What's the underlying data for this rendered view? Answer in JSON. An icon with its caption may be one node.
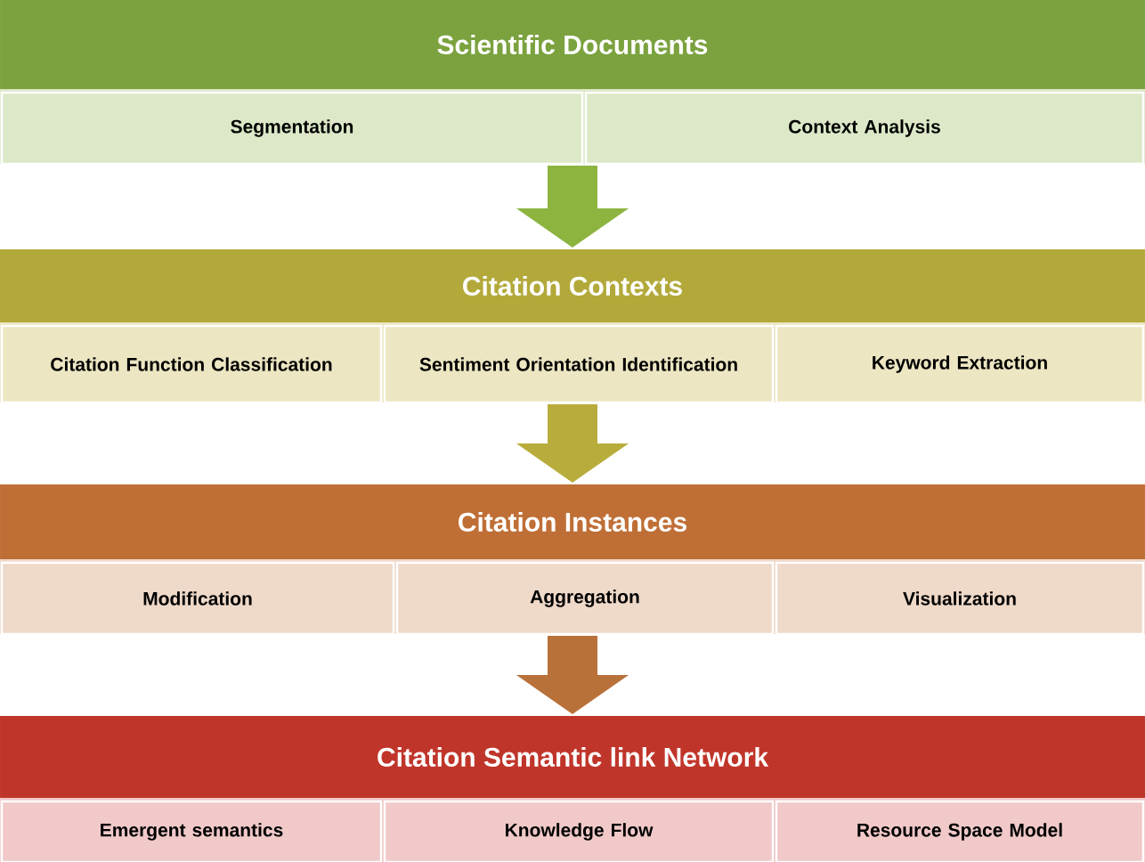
{
  "diagram": {
    "nodes": [
      {
        "text": [
          "Scientific Documents"
        ]
      },
      {
        "text": [
          "Segmentation"
        ],
        "in": 0
      },
      {
        "text": [
          "Context Analysis"
        ],
        "in": 0
      },
      {
        "text": [
          "Citation Contexts"
        ]
      },
      {
        "text": [
          "Citation Function Classification"
        ],
        "in": 3
      },
      {
        "text": [
          "Sentiment Orientation Identification"
        ],
        "in": 3
      },
      {
        "text": [
          "Keyword Extraction"
        ],
        "in": 3
      },
      {
        "text": [
          "Citation Instances"
        ]
      },
      {
        "text": [
          "Modification"
        ],
        "in": 7
      },
      {
        "text": [
          "Aggregation"
        ],
        "in": 7
      },
      {
        "text": [
          "Visualization"
        ],
        "in": 7
      },
      {
        "text": [
          "Citation Semantic link Network"
        ]
      },
      {
        "text": [
          "Emergent semantics"
        ],
        "in": 11
      },
      {
        "text": [
          "Knowledge Flow"
        ],
        "in": 11
      },
      {
        "text": [
          "Resource Space Model"
        ],
        "in": 11
      }
    ],
    "edges": [
      {
        "from": 0,
        "to": 3,
        "arrow": "to",
        "color": "#8db43f"
      },
      {
        "from": 3,
        "to": 7,
        "arrow": "to",
        "color": "#b8ad3c"
      },
      {
        "from": 7,
        "to": 11,
        "arrow": "to",
        "color": "#b9713a"
      }
    ]
  }
}
